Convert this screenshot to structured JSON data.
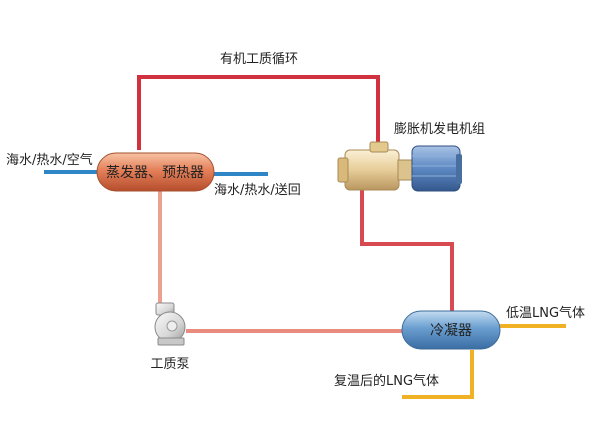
{
  "labels": {
    "cycle_top": "有机工质循环",
    "expander": "膨胀机发电机组",
    "evaporator": "蒸发器、预热器",
    "seawater_in": "海水/热水/空气",
    "seawater_out": "海水/热水/送回",
    "condenser": "冷凝器",
    "pump": "工质泵",
    "lng_out": "低温LNG气体",
    "lng_back": "复温后的LNG气体"
  },
  "colors": {
    "hot_pipe": "#d2323f",
    "cool_pipe": "#e98b7e",
    "water_pipe": "#2f86c6",
    "lng_pipe": "#f0b124",
    "evaporator_fill": "#e4805a",
    "condenser_fill": "#6a9ed0",
    "motor_fill": "#5d88c2",
    "expander_fill": "#e7cd98"
  },
  "icons": {
    "expander": "expander-generator-icon",
    "pump": "centrifugal-pump-icon"
  }
}
